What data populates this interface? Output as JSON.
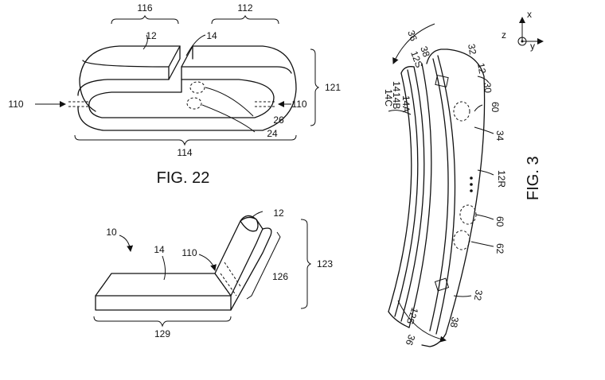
{
  "figures": {
    "fig22": "FIG. 22",
    "fig3": "FIG. 3"
  },
  "fig22_labels": {
    "l116": "116",
    "l112": "112",
    "l12": "12",
    "l14": "14",
    "l121": "121",
    "l110_left": "110",
    "l110_right": "110",
    "l26": "26",
    "l24": "24",
    "l114": "114"
  },
  "lower_labels": {
    "l10": "10",
    "l14": "14",
    "l110": "110",
    "l12": "12",
    "l123": "123",
    "l126": "126",
    "l129": "129"
  },
  "fig3_labels": {
    "l36_top": "36",
    "l12S_top": "12S",
    "l38_top": "38",
    "l32_top": "32",
    "l12": "12",
    "l30": "30",
    "l14": "14",
    "l14C": "14C",
    "l14B": "14B",
    "l14A": "14A",
    "l60_top": "60",
    "l34": "34",
    "l12R": "12R",
    "l60_mid": "60",
    "l62": "62",
    "l32_bot": "32",
    "l38_bot": "38",
    "l12S_bot": "12S",
    "l36_bot": "36",
    "axis_x": "x",
    "axis_z": "z",
    "axis_y": "y"
  }
}
